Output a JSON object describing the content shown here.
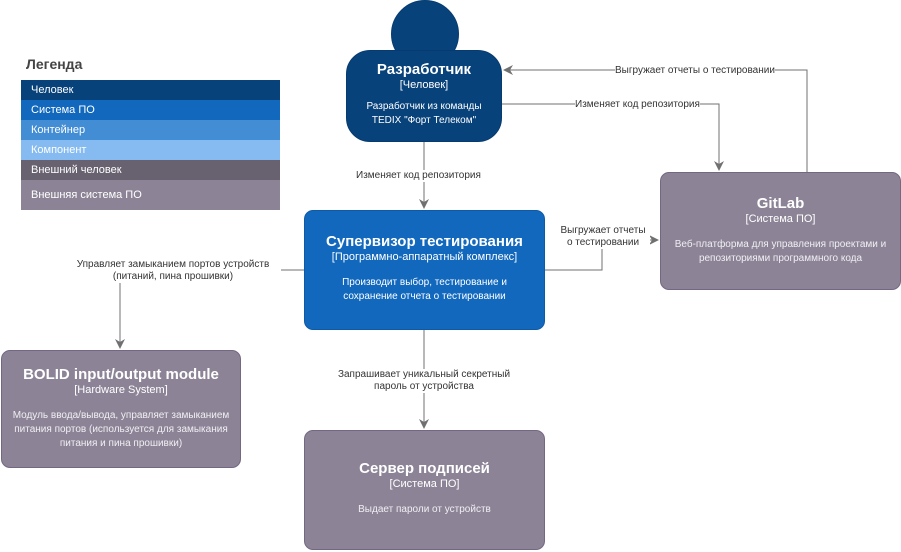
{
  "legend": {
    "title": "Легенда",
    "items": [
      {
        "label": "Человек",
        "color": "#08427b"
      },
      {
        "label": "Система ПО",
        "color": "#1168bd"
      },
      {
        "label": "Контейнер",
        "color": "#438dd5"
      },
      {
        "label": "Компонент",
        "color": "#85bbf0"
      },
      {
        "label": "Внешний человек",
        "color": "#686270"
      },
      {
        "label": "Внешняя система ПО",
        "color": "#8c8496"
      }
    ]
  },
  "nodes": {
    "developer": {
      "title": "Разработчик",
      "tag": "[Человек]",
      "desc": "Разработчик из команды TEDIX \"Форт Телеком\""
    },
    "supervisor": {
      "title": "Супервизор тестирования",
      "tag": "[Программно-аппаратный комплекс]",
      "desc": "Производит выбор, тестирование и сохранение отчета о тестировании"
    },
    "gitlab": {
      "title": "GitLab",
      "tag": "[Система ПО]",
      "desc": "Веб-платформа для управления проектами и репозиториями программного кода"
    },
    "bolid": {
      "title": "BOLID input/output module",
      "tag": "[Hardware System]",
      "desc": "Модуль ввода/вывода, управляет замыканием питания портов (используется для замыкания питания и пина прошивки)"
    },
    "signer": {
      "title": "Сервер подписей",
      "tag": "[Система ПО]",
      "desc": "Выдает пароли от устройств"
    }
  },
  "edges": {
    "gitlab_to_dev": "Выгружает отчеты о тестировании",
    "dev_to_gitlab": "Изменяет код репозитория",
    "dev_to_supervisor": "Изменяет код репозитория",
    "supervisor_to_gitlab_l1": "Выгружает отчеты",
    "supervisor_to_gitlab_l2": "о тестировании",
    "supervisor_to_bolid_l1": "Управляет замыканием портов устройств",
    "supervisor_to_bolid_l2": "(питаний, пина прошивки)",
    "supervisor_to_signer_l1": "Запрашивает уникальный секретный",
    "supervisor_to_signer_l2": "пароль от устройства"
  }
}
